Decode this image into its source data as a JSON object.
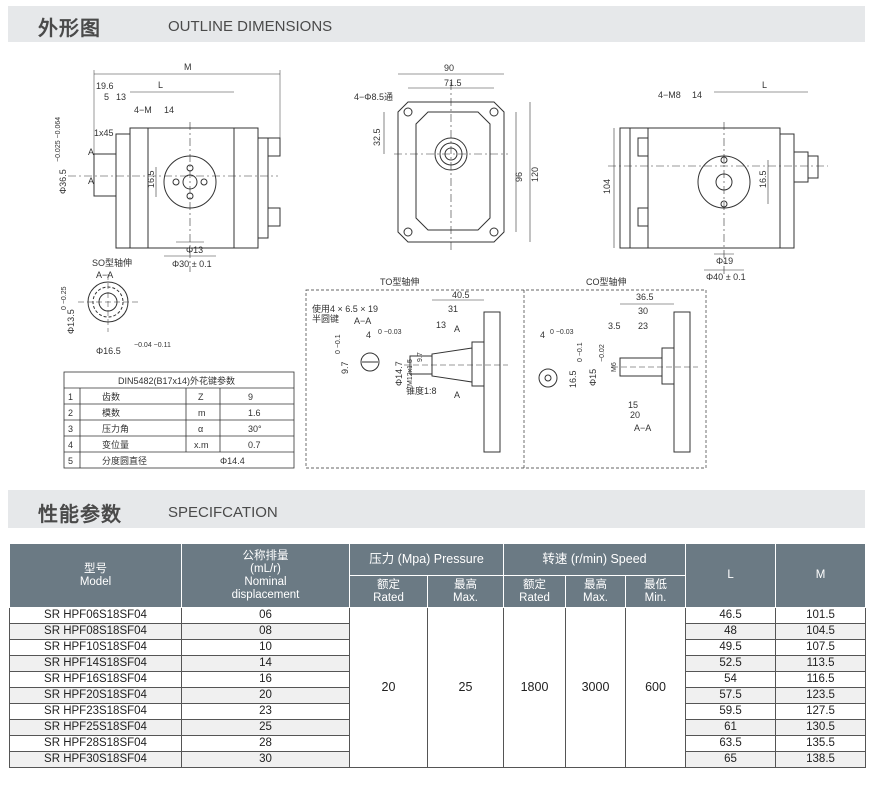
{
  "section1": {
    "title_cn": "外形图",
    "title_en": "OUTLINE DIMENSIONS"
  },
  "section2": {
    "title_cn": "性能参数",
    "title_en": "SPECIFCATION"
  },
  "drawing": {
    "side": {
      "M": "M",
      "L": "L",
      "d196": "19.6",
      "d5": "5",
      "d13": "13",
      "holes": "4−M",
      "depth": "14",
      "chamfer": "1x45",
      "phi": "Φ36.5",
      "tol": "−0.025 −0.064",
      "A": "A",
      "h165": "16.5",
      "phi13": "Φ13",
      "phi30": "Φ30 ± 0.1"
    },
    "front": {
      "w90": "90",
      "w715": "71.5",
      "holes": "4−Φ8.5通",
      "h325": "32.5",
      "h96": "96",
      "h120": "120"
    },
    "rear": {
      "holes": "4−M8",
      "depth": "14",
      "L": "L",
      "h104": "104",
      "h165": "16.5",
      "phi19": "Φ19",
      "phi40": "Φ40 ± 0.1"
    },
    "so": {
      "title": "SO型轴伸",
      "section": "A−A",
      "phi135": "Φ13.5",
      "tol1": "0 −0.25",
      "phi165": "Φ16.5",
      "tol2": "−0.04 −0.11"
    },
    "to": {
      "title": "TO型轴伸",
      "key": "使用4 × 6.5 × 19",
      "key2": "半圆键",
      "section": "A−A",
      "d405": "40.5",
      "d31": "31",
      "d13": "13",
      "A": "A",
      "d4": "4",
      "tol4": "0 −0.03",
      "d97": "9.7",
      "tol97": "0 −0.1",
      "phi147": "Φ14.7",
      "m125": "M12x1.5",
      "d97b": "9.7",
      "taper": "锥度1:8"
    },
    "co": {
      "title": "CO型轴伸",
      "d365": "36.5",
      "d30": "30",
      "d35": "3.5",
      "d23": "23",
      "d4": "4",
      "tol4": "0 −0.03",
      "d165": "16.5",
      "tol165": "0 −0.1",
      "phi15": "Φ15",
      "tol15": "−0.02",
      "m6": "M6",
      "d15": "15",
      "d20": "20",
      "section": "A−A"
    },
    "spline": {
      "caption": "DIN5482(B17x14)外花键参数",
      "rows": [
        {
          "n": "1",
          "name": "齿数",
          "sym": "Z",
          "val": "9"
        },
        {
          "n": "2",
          "name": "模数",
          "sym": "m",
          "val": "1.6"
        },
        {
          "n": "3",
          "name": "压力角",
          "sym": "α",
          "val": "30°"
        },
        {
          "n": "4",
          "name": "变位量",
          "sym": "x.m",
          "val": "0.7"
        },
        {
          "n": "5",
          "name": "分度圆直径",
          "sym": "",
          "val": "Φ14.4"
        }
      ]
    }
  },
  "table": {
    "h_model_cn": "型号",
    "h_model_en": "Model",
    "h_disp_cn": "公称排量",
    "h_disp_unit": "(mL/r)",
    "h_disp_en1": "Nominal",
    "h_disp_en2": "displacement",
    "h_pressure": "压力 (Mpa)  Pressure",
    "h_speed": "转速  (r/min) Speed",
    "h_rated_cn": "额定",
    "h_rated_en": "Rated",
    "h_max_cn": "最高",
    "h_max_en": "Max.",
    "h_min_cn": "最低",
    "h_min_en": "Min.",
    "h_L": "L",
    "h_M": "M",
    "p_rated": "20",
    "p_max": "25",
    "s_rated": "1800",
    "s_max": "3000",
    "s_min": "600",
    "rows": [
      {
        "model": "SR HPF06S18SF04",
        "disp": "06",
        "L": "46.5",
        "M": "101.5"
      },
      {
        "model": "SR HPF08S18SF04",
        "disp": "08",
        "L": "48",
        "M": "104.5"
      },
      {
        "model": "SR HPF10S18SF04",
        "disp": "10",
        "L": "49.5",
        "M": "107.5"
      },
      {
        "model": "SR HPF14S18SF04",
        "disp": "14",
        "L": "52.5",
        "M": "113.5"
      },
      {
        "model": "SR HPF16S18SF04",
        "disp": "16",
        "L": "54",
        "M": "116.5"
      },
      {
        "model": "SR HPF20S18SF04",
        "disp": "20",
        "L": "57.5",
        "M": "123.5"
      },
      {
        "model": "SR HPF23S18SF04",
        "disp": "23",
        "L": "59.5",
        "M": "127.5"
      },
      {
        "model": "SR HPF25S18SF04",
        "disp": "25",
        "L": "61",
        "M": "130.5"
      },
      {
        "model": "SR HPF28S18SF04",
        "disp": "28",
        "L": "63.5",
        "M": "135.5"
      },
      {
        "model": "SR HPF30S18SF04",
        "disp": "30",
        "L": "65",
        "M": "138.5"
      }
    ]
  }
}
